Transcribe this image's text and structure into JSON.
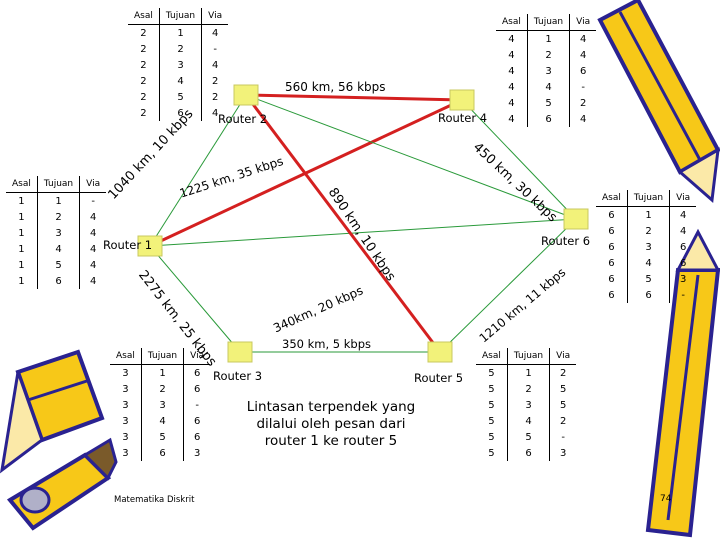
{
  "routers": {
    "r1": "Router 1",
    "r2": "Router 2",
    "r3": "Router 3",
    "r4": "Router 4",
    "r5": "Router 5",
    "r6": "Router 6"
  },
  "edges": {
    "e24": "560 km, 56 kbps",
    "e12": "1040 km, 10 kbps",
    "e26": "1225 km, 35 kbps",
    "e25": "890 km, 10 kbps",
    "e46": "450 km, 30 kbps",
    "e13": "2275 km, 25 kbps",
    "e14": "340km, 20 kbps",
    "e35": "350 km, 5 kbps",
    "e56": "1210 km, 11 kbps"
  },
  "table_headers": [
    "Asal",
    "Tujuan",
    "Via"
  ],
  "tables": {
    "r2": [
      [
        "2",
        "1",
        "4"
      ],
      [
        "2",
        "2",
        "-"
      ],
      [
        "2",
        "3",
        "4"
      ],
      [
        "2",
        "4",
        "2"
      ],
      [
        "2",
        "5",
        "2"
      ],
      [
        "2",
        "6",
        "4"
      ]
    ],
    "r4": [
      [
        "4",
        "1",
        "4"
      ],
      [
        "4",
        "2",
        "4"
      ],
      [
        "4",
        "3",
        "6"
      ],
      [
        "4",
        "4",
        "-"
      ],
      [
        "4",
        "5",
        "2"
      ],
      [
        "4",
        "6",
        "4"
      ]
    ],
    "r1": [
      [
        "1",
        "1",
        "-"
      ],
      [
        "1",
        "2",
        "4"
      ],
      [
        "1",
        "3",
        "4"
      ],
      [
        "1",
        "4",
        "4"
      ],
      [
        "1",
        "5",
        "4"
      ],
      [
        "1",
        "6",
        "4"
      ]
    ],
    "r6": [
      [
        "6",
        "1",
        "4"
      ],
      [
        "6",
        "2",
        "4"
      ],
      [
        "6",
        "3",
        "6"
      ],
      [
        "6",
        "4",
        "6"
      ],
      [
        "6",
        "5",
        "3"
      ],
      [
        "6",
        "6",
        "-"
      ]
    ],
    "r3": [
      [
        "3",
        "1",
        "6"
      ],
      [
        "3",
        "2",
        "6"
      ],
      [
        "3",
        "3",
        "-"
      ],
      [
        "3",
        "4",
        "6"
      ],
      [
        "3",
        "5",
        "6"
      ],
      [
        "3",
        "6",
        "3"
      ]
    ],
    "r5": [
      [
        "5",
        "1",
        "2"
      ],
      [
        "5",
        "2",
        "5"
      ],
      [
        "5",
        "3",
        "5"
      ],
      [
        "5",
        "4",
        "2"
      ],
      [
        "5",
        "5",
        "-"
      ],
      [
        "5",
        "6",
        "3"
      ]
    ]
  },
  "caption": {
    "line1": "Lintasan terpendek yang",
    "line2": "dilalui oleh pesan dari",
    "line3": "router 1 ke router 5"
  },
  "footer": {
    "left": "Matematika Diskrit",
    "page": "74"
  },
  "colors": {
    "shortest_path": "#d42020",
    "link": "#2a9a3a",
    "router": "#f2f27a",
    "pencil_body": "#f7c818",
    "pencil_dark": "#2a2290"
  }
}
